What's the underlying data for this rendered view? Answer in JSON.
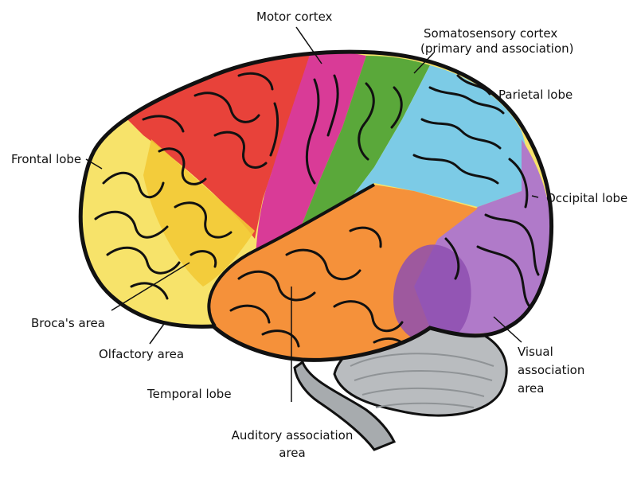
{
  "labels": {
    "motor_cortex": "Motor cortex",
    "somatosensory_line1": "Somatosensory cortex",
    "somatosensory_line2": "(primary and association)",
    "parietal_lobe": "Parietal lobe",
    "frontal_lobe": "Frontal lobe",
    "occipital_lobe": "Occipital lobe",
    "brocas_area": "Broca's area",
    "olfactory_area": "Olfactory area",
    "temporal_lobe": "Temporal lobe",
    "visual_line1": "Visual",
    "visual_line2": "association",
    "visual_line3": "area",
    "auditory_line1": "Auditory association",
    "auditory_line2": "area"
  },
  "colors": {
    "frontal": "#f7e36a",
    "prefrontal_red": "#e8423a",
    "motor": "#d93b97",
    "somatosensory": "#5aa83a",
    "parietal": "#7ccbe6",
    "occipital": "#b07ac9",
    "temporal": "#f5913a",
    "visual_association": "#8e4fb0",
    "cerebellum": "#b9bcbf",
    "outline": "#111111"
  }
}
